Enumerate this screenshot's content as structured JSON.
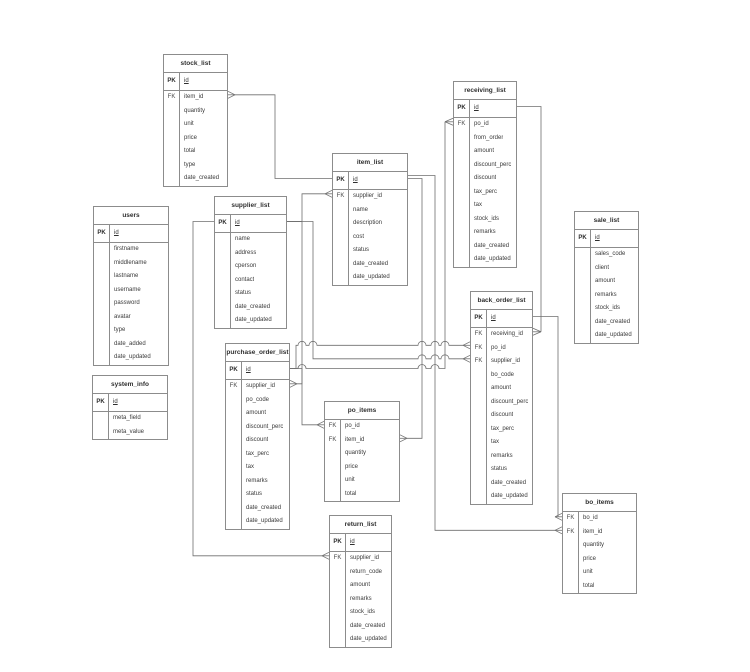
{
  "diagram": {
    "type": "entity-relationship-diagram",
    "colors": {
      "line": "#6f6f6f",
      "border": "#8c8c8c",
      "text": "#3a3a3a",
      "background": "#ffffff"
    },
    "key_labels": {
      "primary": "PK",
      "foreign": "FK"
    },
    "tables": [
      {
        "name": "stock_list",
        "primary_key": "id",
        "fields": [
          {
            "key": "FK",
            "name": "item_id"
          },
          {
            "key": "",
            "name": "quantity"
          },
          {
            "key": "",
            "name": "unit"
          },
          {
            "key": "",
            "name": "price"
          },
          {
            "key": "",
            "name": "total"
          },
          {
            "key": "",
            "name": "type"
          },
          {
            "key": "",
            "name": "date_created"
          }
        ]
      },
      {
        "name": "users",
        "primary_key": "id",
        "fields": [
          {
            "key": "",
            "name": "firstname"
          },
          {
            "key": "",
            "name": "middlename"
          },
          {
            "key": "",
            "name": "lastname"
          },
          {
            "key": "",
            "name": "username"
          },
          {
            "key": "",
            "name": "password"
          },
          {
            "key": "",
            "name": "avatar"
          },
          {
            "key": "",
            "name": "type"
          },
          {
            "key": "",
            "name": "date_added"
          },
          {
            "key": "",
            "name": "date_updated"
          }
        ]
      },
      {
        "name": "system_info",
        "primary_key": "id",
        "fields": [
          {
            "key": "",
            "name": "meta_field"
          },
          {
            "key": "",
            "name": "meta_value"
          }
        ]
      },
      {
        "name": "supplier_list",
        "primary_key": "id",
        "fields": [
          {
            "key": "",
            "name": "name"
          },
          {
            "key": "",
            "name": "address"
          },
          {
            "key": "",
            "name": "cperson"
          },
          {
            "key": "",
            "name": "contact"
          },
          {
            "key": "",
            "name": "status"
          },
          {
            "key": "",
            "name": "date_created"
          },
          {
            "key": "",
            "name": "date_updated"
          }
        ]
      },
      {
        "name": "purchase_order_list",
        "primary_key": "id",
        "fields": [
          {
            "key": "FK",
            "name": "supplier_id"
          },
          {
            "key": "",
            "name": "po_code"
          },
          {
            "key": "",
            "name": "amount"
          },
          {
            "key": "",
            "name": "discount_perc"
          },
          {
            "key": "",
            "name": "discount"
          },
          {
            "key": "",
            "name": "tax_perc"
          },
          {
            "key": "",
            "name": "tax"
          },
          {
            "key": "",
            "name": "remarks"
          },
          {
            "key": "",
            "name": "status"
          },
          {
            "key": "",
            "name": "date_created"
          },
          {
            "key": "",
            "name": "date_updated"
          }
        ]
      },
      {
        "name": "item_list",
        "primary_key": "id",
        "fields": [
          {
            "key": "FK",
            "name": "supplier_id"
          },
          {
            "key": "",
            "name": "name"
          },
          {
            "key": "",
            "name": "description"
          },
          {
            "key": "",
            "name": "cost"
          },
          {
            "key": "",
            "name": "status"
          },
          {
            "key": "",
            "name": "date_created"
          },
          {
            "key": "",
            "name": "date_updated"
          }
        ]
      },
      {
        "name": "po_items",
        "primary_key": null,
        "fields": [
          {
            "key": "FK",
            "name": "po_id"
          },
          {
            "key": "FK",
            "name": "item_id"
          },
          {
            "key": "",
            "name": "quantity"
          },
          {
            "key": "",
            "name": "price"
          },
          {
            "key": "",
            "name": "unit"
          },
          {
            "key": "",
            "name": "total"
          }
        ]
      },
      {
        "name": "receiving_list",
        "primary_key": "id",
        "fields": [
          {
            "key": "FK",
            "name": "po_id"
          },
          {
            "key": "",
            "name": "from_order"
          },
          {
            "key": "",
            "name": "amount"
          },
          {
            "key": "",
            "name": "discount_perc"
          },
          {
            "key": "",
            "name": "discount"
          },
          {
            "key": "",
            "name": "tax_perc"
          },
          {
            "key": "",
            "name": "tax"
          },
          {
            "key": "",
            "name": "stock_ids"
          },
          {
            "key": "",
            "name": "remarks"
          },
          {
            "key": "",
            "name": "date_created"
          },
          {
            "key": "",
            "name": "date_updated"
          }
        ]
      },
      {
        "name": "sale_list",
        "primary_key": "id",
        "fields": [
          {
            "key": "",
            "name": "sales_code"
          },
          {
            "key": "",
            "name": "client"
          },
          {
            "key": "",
            "name": "amount"
          },
          {
            "key": "",
            "name": "remarks"
          },
          {
            "key": "",
            "name": "stock_ids"
          },
          {
            "key": "",
            "name": "date_created"
          },
          {
            "key": "",
            "name": "date_updated"
          }
        ]
      },
      {
        "name": "back_order_list",
        "primary_key": "id",
        "fields": [
          {
            "key": "FK",
            "name": "receiving_id"
          },
          {
            "key": "FK",
            "name": "po_id"
          },
          {
            "key": "FK",
            "name": "supplier_id"
          },
          {
            "key": "",
            "name": "bo_code"
          },
          {
            "key": "",
            "name": "amount"
          },
          {
            "key": "",
            "name": "discount_perc"
          },
          {
            "key": "",
            "name": "discount"
          },
          {
            "key": "",
            "name": "tax_perc"
          },
          {
            "key": "",
            "name": "tax"
          },
          {
            "key": "",
            "name": "remarks"
          },
          {
            "key": "",
            "name": "status"
          },
          {
            "key": "",
            "name": "date_created"
          },
          {
            "key": "",
            "name": "date_updated"
          }
        ]
      },
      {
        "name": "bo_items",
        "primary_key": null,
        "fields": [
          {
            "key": "FK",
            "name": "bo_id"
          },
          {
            "key": "FK",
            "name": "item_id"
          },
          {
            "key": "",
            "name": "quantity"
          },
          {
            "key": "",
            "name": "price"
          },
          {
            "key": "",
            "name": "unit"
          },
          {
            "key": "",
            "name": "total"
          }
        ]
      },
      {
        "name": "return_list",
        "primary_key": "id",
        "fields": [
          {
            "key": "FK",
            "name": "supplier_id"
          },
          {
            "key": "",
            "name": "return_code"
          },
          {
            "key": "",
            "name": "amount"
          },
          {
            "key": "",
            "name": "remarks"
          },
          {
            "key": "",
            "name": "stock_ids"
          },
          {
            "key": "",
            "name": "date_created"
          },
          {
            "key": "",
            "name": "date_updated"
          }
        ]
      }
    ],
    "relationships": [
      {
        "from": "item_list.id",
        "to": "stock_list.item_id"
      },
      {
        "from": "supplier_list.id",
        "to": "item_list.supplier_id"
      },
      {
        "from": "supplier_list.id",
        "to": "purchase_order_list.supplier_id"
      },
      {
        "from": "supplier_list.id",
        "to": "back_order_list.supplier_id"
      },
      {
        "from": "supplier_list.id",
        "to": "return_list.supplier_id"
      },
      {
        "from": "purchase_order_list.id",
        "to": "receiving_list.po_id"
      },
      {
        "from": "purchase_order_list.id",
        "to": "back_order_list.po_id"
      },
      {
        "from": "purchase_order_list.id",
        "to": "po_items.po_id"
      },
      {
        "from": "item_list.id",
        "to": "po_items.item_id"
      },
      {
        "from": "item_list.id",
        "to": "bo_items.item_id"
      },
      {
        "from": "receiving_list.id",
        "to": "back_order_list.receiving_id"
      },
      {
        "from": "back_order_list.id",
        "to": "bo_items.bo_id"
      }
    ]
  }
}
